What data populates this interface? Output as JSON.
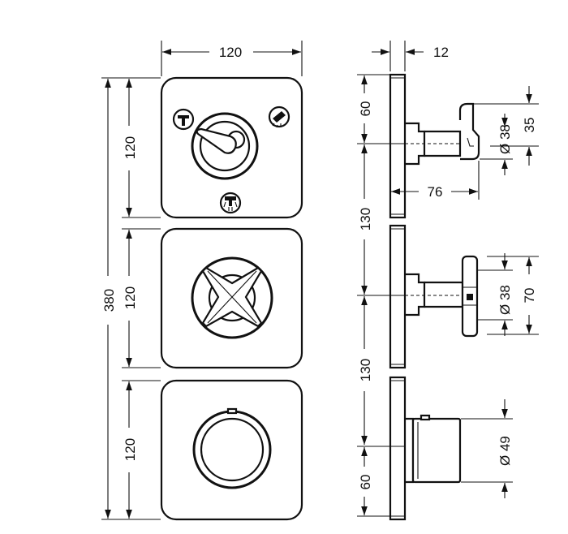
{
  "front_view": {
    "width_label": "120",
    "total_height_label": "380",
    "module_height_labels": [
      "120",
      "120",
      "120"
    ]
  },
  "side_view": {
    "plate_thickness_label": "12",
    "top_module": {
      "offset_label": "60",
      "diameter_label": "Ø 38",
      "height_label": "35",
      "depth_label": "76"
    },
    "pitch_labels": [
      "130",
      "130"
    ],
    "middle_module": {
      "diameter_label": "Ø 38",
      "height_label": "70"
    },
    "bottom_module": {
      "diameter_label": "Ø 49",
      "offset_label": "60"
    }
  },
  "icons": [
    "bathtub-spout-icon",
    "shower-head-icon",
    "hand-shower-icon"
  ],
  "line_color": "#111111"
}
